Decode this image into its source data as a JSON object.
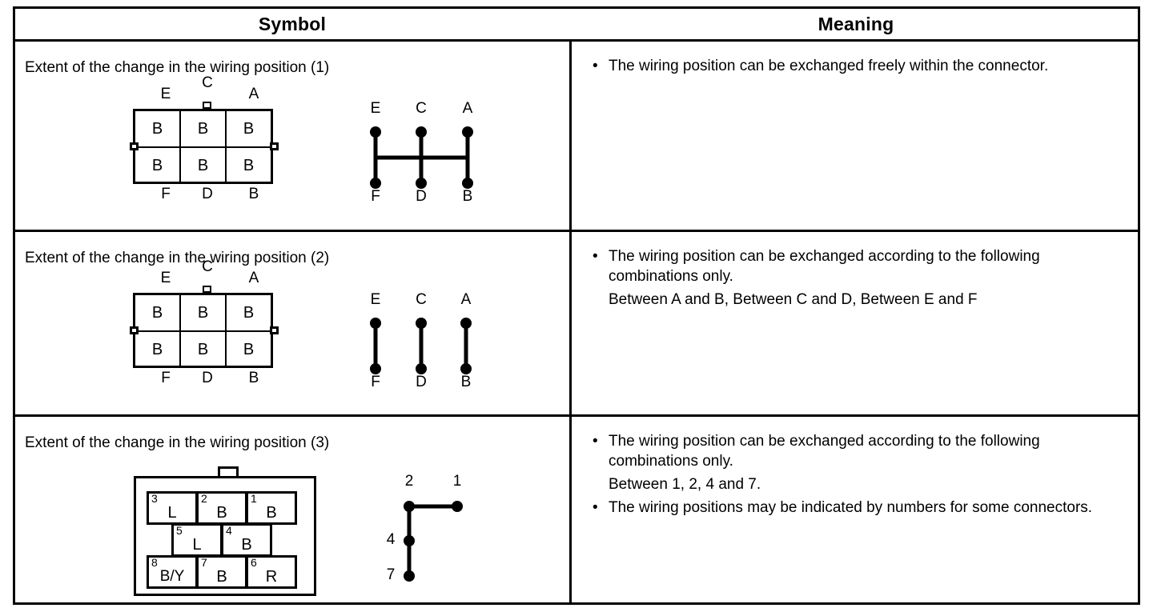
{
  "table": {
    "headers": {
      "symbol": "Symbol",
      "meaning": "Meaning"
    },
    "rows": [
      {
        "id": "row-1",
        "title": "Extent of the change in the wiring position (1)",
        "connector": {
          "type": "6-way-grid",
          "top_labels": [
            "E",
            "C",
            "A"
          ],
          "bottom_labels": [
            "F",
            "D",
            "B"
          ],
          "cells_top": [
            "B",
            "B",
            "B"
          ],
          "cells_bottom": [
            "B",
            "B",
            "B"
          ]
        },
        "link_diagram": {
          "type": "dot-link",
          "top_labels": [
            "E",
            "C",
            "A"
          ],
          "bottom_labels": [
            "F",
            "D",
            "B"
          ],
          "description": "all-six-interconnected-by-horizontal-bus"
        },
        "meaning": [
          {
            "bullet": "•",
            "text": "The wiring position can be exchanged freely within the connector."
          }
        ],
        "meaning_sub": []
      },
      {
        "id": "row-2",
        "title": "Extent of the change in the wiring position (2)",
        "connector": {
          "type": "6-way-grid",
          "top_labels": [
            "E",
            "C",
            "A"
          ],
          "bottom_labels": [
            "F",
            "D",
            "B"
          ],
          "cells_top": [
            "B",
            "B",
            "B"
          ],
          "cells_bottom": [
            "B",
            "B",
            "B"
          ]
        },
        "link_diagram": {
          "type": "dot-link",
          "top_labels": [
            "E",
            "C",
            "A"
          ],
          "bottom_labels": [
            "F",
            "D",
            "B"
          ],
          "description": "three-independent-vertical-pairs"
        },
        "meaning": [
          {
            "bullet": "•",
            "text": "The wiring position can be exchanged according to the following combinations only."
          }
        ],
        "meaning_sub": [
          "Between A and B, Between C and D, Between E and F"
        ]
      },
      {
        "id": "row-3",
        "title": "Extent of the change in the wiring position (3)",
        "connector": {
          "type": "8-way-numbered",
          "cells": [
            {
              "num": "3",
              "value": "L"
            },
            {
              "num": "2",
              "value": "B"
            },
            {
              "num": "1",
              "value": "B"
            },
            {
              "num": "5",
              "value": "L"
            },
            {
              "num": "4",
              "value": "B"
            },
            {
              "num": "8",
              "value": "B/Y"
            },
            {
              "num": "7",
              "value": "B"
            },
            {
              "num": "6",
              "value": "R"
            }
          ]
        },
        "link_diagram": {
          "type": "dot-link-numbered",
          "labels": [
            "2",
            "1",
            "4",
            "7"
          ],
          "description": "pin-2-joins-1-horizontally-and-4-and-7-vertically"
        },
        "meaning": [
          {
            "bullet": "•",
            "text": "The wiring position can be exchanged according to the following combinations only."
          },
          {
            "bullet": "•",
            "text": "The wiring positions may be indicated by numbers for some connectors."
          }
        ],
        "meaning_sub": [
          "Between 1, 2, 4 and 7."
        ]
      }
    ]
  },
  "colors": {
    "ink": "#000000",
    "paper": "#ffffff"
  }
}
